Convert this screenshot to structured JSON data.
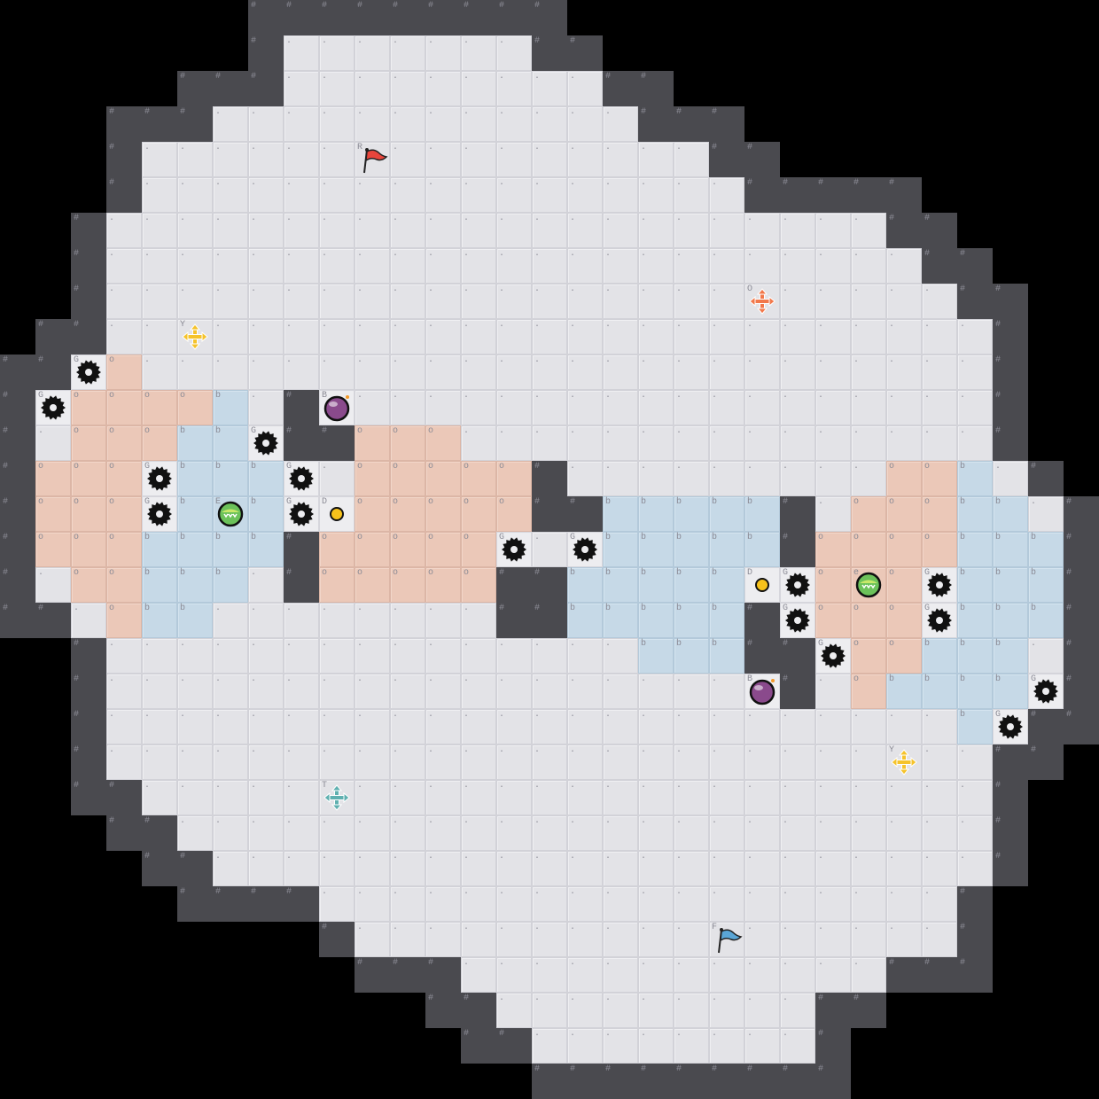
{
  "game": {
    "title": "Puzzle level map",
    "legend": {
      " ": "void",
      "#": "wall",
      ".": "floor",
      "o": "orange-zone",
      "b": "blue-zone",
      "G": "gear-hazard",
      "B": "bomb",
      "R": "red-flag",
      "F": "blue-flag",
      "Y": "yellow-move-cross",
      "O": "orange-move-cross",
      "T": "teal-move-cross",
      "E": "green-ball-on-blue",
      "e": "green-ball-on-orange",
      "D": "yellow-coin"
    },
    "colors": {
      "wall": "#4a4a4f",
      "floor": "#e3e3e7",
      "orange": "#ebc8b8",
      "blue": "#c6d9e7",
      "red_flag": "#e8453c",
      "blue_flag": "#5aa6d6",
      "yellow_cross": "#f5c32c",
      "orange_cross": "#f2784b",
      "teal_cross": "#5fb0b0",
      "bomb": "#8a4a8c",
      "green_ball": "#6cc25a",
      "coin": "#f7c21b"
    },
    "map_rows": [
      "       #########               ",
      "       #.......##              ",
      "     ###.........##            ",
      "   ###............###          ",
      "   #......R.........##         ",
      "   #.................#####     ",
      "  #......................##    ",
      "  #.......................##   ",
      "  #..................O.....##  ",
      " ##..Y......................#  ",
      "##Go........................#  ",
      "#Goooob.#B..................#  ",
      "#.ooobbG##ooo...............#  ",
      "#oooGbbbG.ooooo#.........oob.# ",
      "#oooGbEbGDooooo##bbbbb#.ooobb.#",
      "#ooobbbb#oooooG.Gbbbbb#oooobbb#",
      "#.oobbb.#ooooo##bbbbbDGoeoGbbb#",
      "##.obb........##bbbbb#GoooGbbb#",
      "  #...............bbb##Goobbb.#",
      "  #..................B#.obbbbG#",
      "  #........................bG##",
      "  #......................Y..## ",
      "  ##.....T..................#  ",
      "   ##.......................#  ",
      "    ##......................#  ",
      "     ####..................#   ",
      "         #..........F......#   ",
      "          ###............###   ",
      "            ##.........##      ",
      "             ##........#       ",
      "               #########       "
    ]
  }
}
